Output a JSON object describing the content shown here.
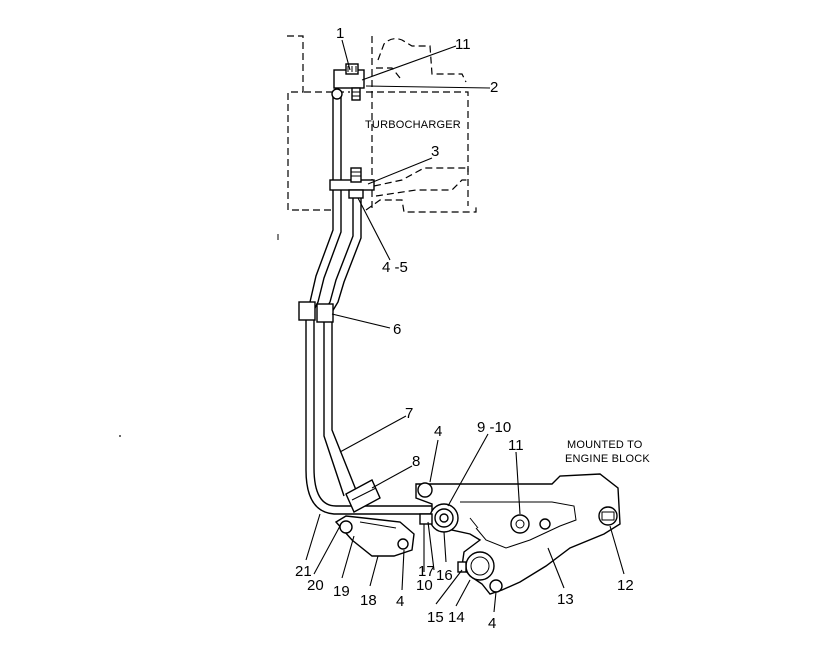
{
  "labels": {
    "turbocharger": "TURBOCHARGER",
    "mounted_line1": "MOUNTED TO",
    "mounted_line2": "ENGINE BLOCK"
  },
  "callouts": [
    {
      "id": "1",
      "text": "1"
    },
    {
      "id": "11-top",
      "text": "11"
    },
    {
      "id": "2",
      "text": "2"
    },
    {
      "id": "3",
      "text": "3"
    },
    {
      "id": "4-5",
      "text": "4 -5"
    },
    {
      "id": "6",
      "text": "6"
    },
    {
      "id": "7",
      "text": "7"
    },
    {
      "id": "8",
      "text": "8"
    },
    {
      "id": "4-upper",
      "text": "4"
    },
    {
      "id": "9-10",
      "text": "9 -10"
    },
    {
      "id": "11-bracket",
      "text": "11"
    },
    {
      "id": "21",
      "text": "21"
    },
    {
      "id": "20",
      "text": "20"
    },
    {
      "id": "19",
      "text": "19"
    },
    {
      "id": "18",
      "text": "18"
    },
    {
      "id": "4-lower",
      "text": "4"
    },
    {
      "id": "10",
      "text": "10"
    },
    {
      "id": "17",
      "text": "17"
    },
    {
      "id": "16",
      "text": "16"
    },
    {
      "id": "15",
      "text": "15"
    },
    {
      "id": "14",
      "text": "14"
    },
    {
      "id": "4-bottom",
      "text": "4"
    },
    {
      "id": "13",
      "text": "13"
    },
    {
      "id": "12",
      "text": "12"
    }
  ]
}
